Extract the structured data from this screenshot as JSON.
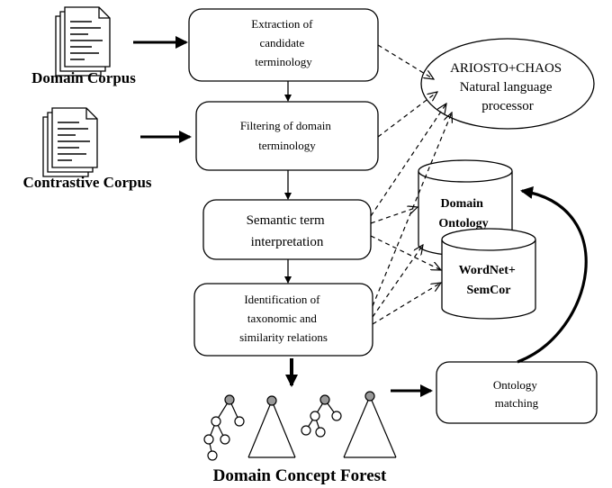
{
  "corpora": {
    "domain": "Domain Corpus",
    "contrastive": "Contrastive Corpus"
  },
  "steps": {
    "extraction": [
      "Extraction of",
      "candidate",
      "terminology"
    ],
    "filtering": [
      "Filtering of domain",
      "terminology"
    ],
    "semantic": [
      "Semantic term",
      "interpretation"
    ],
    "identification": [
      "Identification of",
      "taxonomic and",
      "similarity relations"
    ],
    "ontology_matching": [
      "Ontology",
      "matching"
    ]
  },
  "processor": [
    "ARIOSTO+CHAOS",
    "Natural language",
    "processor"
  ],
  "databases": {
    "domain_ontology": [
      "Domain",
      "Ontology"
    ],
    "wordnet": [
      "WordNet+",
      "SemCor"
    ]
  },
  "forest_label": "Domain Concept Forest",
  "colors": {
    "stroke": "#000000",
    "node_fill": "#999999",
    "background": "#ffffff"
  }
}
